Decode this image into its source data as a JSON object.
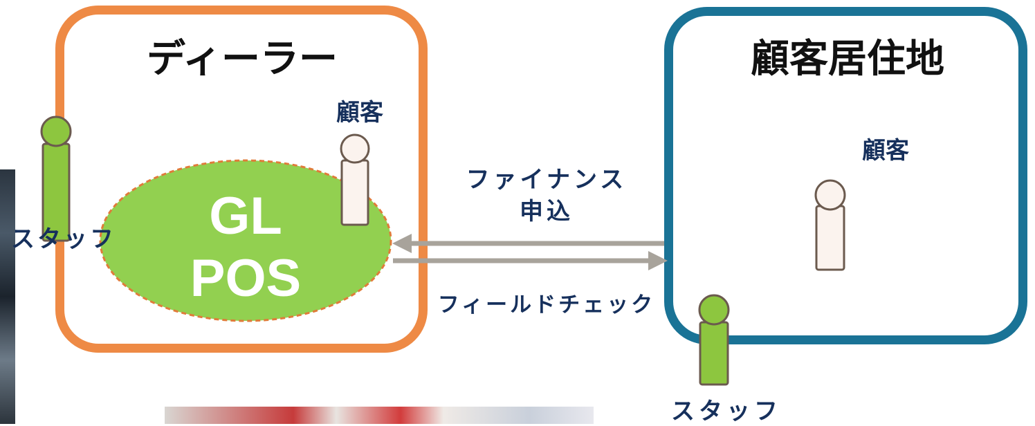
{
  "dealer": {
    "title": "ディーラー",
    "color": "#ee8a45"
  },
  "customer_home": {
    "title": "顧客居住地",
    "color": "#1a7396"
  },
  "system": {
    "line1": "GL",
    "line2": "POS",
    "color": "#92d050"
  },
  "labels": {
    "dealer_customer": "顧客",
    "home_customer": "顧客",
    "dealer_staff": "スタッフ",
    "field_staff": "スタッフ",
    "finance_application": "ファイナンス\n申込",
    "field_check": "フィールドチェック"
  },
  "colors": {
    "staff": "#8dc63f",
    "customer": "#fbf3ee",
    "person_outline": "#6b5a4e",
    "arrow": "#a8a39b",
    "label_text": "#16305c"
  }
}
